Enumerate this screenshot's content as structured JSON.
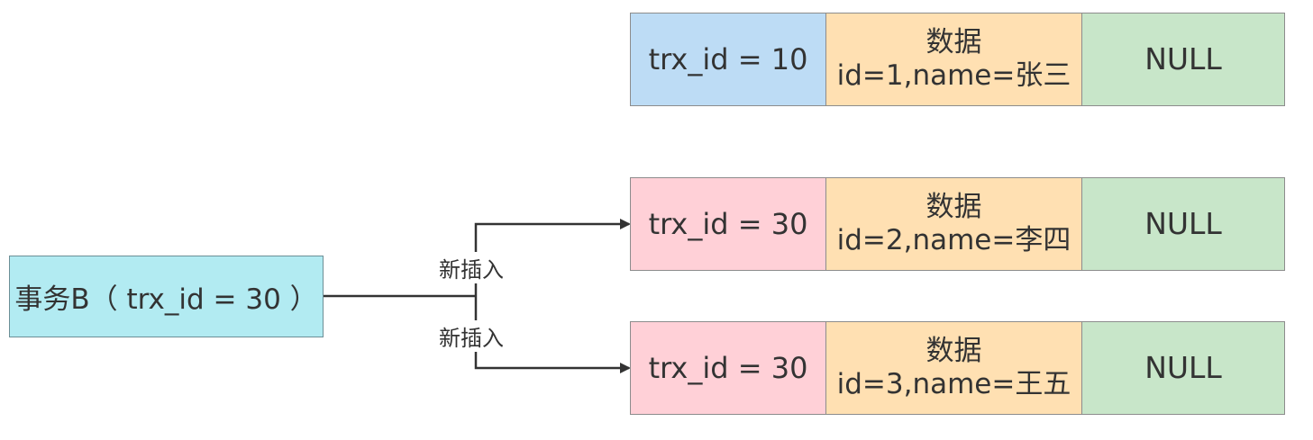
{
  "colors": {
    "trx_committed": "#bddcf5",
    "trx_active": "#ffd0d7",
    "data_cell": "#ffe0b2",
    "null_cell": "#c8e6c9",
    "transaction_box": "#b2ebf2",
    "line": "#333333"
  },
  "records": [
    {
      "trx_label": "trx_id = 10",
      "data_title": "数据",
      "data_value": "id=1,name=张三",
      "pointer": "NULL",
      "state": "committed"
    },
    {
      "trx_label": "trx_id = 30",
      "data_title": "数据",
      "data_value": "id=2,name=李四",
      "pointer": "NULL",
      "state": "active"
    },
    {
      "trx_label": "trx_id = 30",
      "data_title": "数据",
      "data_value": "id=3,name=王五",
      "pointer": "NULL",
      "state": "active"
    }
  ],
  "transaction": {
    "label": "事务B（ trx_id = 30 ）"
  },
  "edges": [
    {
      "label": "新插入",
      "from": "transaction",
      "to": "record-2"
    },
    {
      "label": "新插入",
      "from": "transaction",
      "to": "record-3"
    }
  ]
}
